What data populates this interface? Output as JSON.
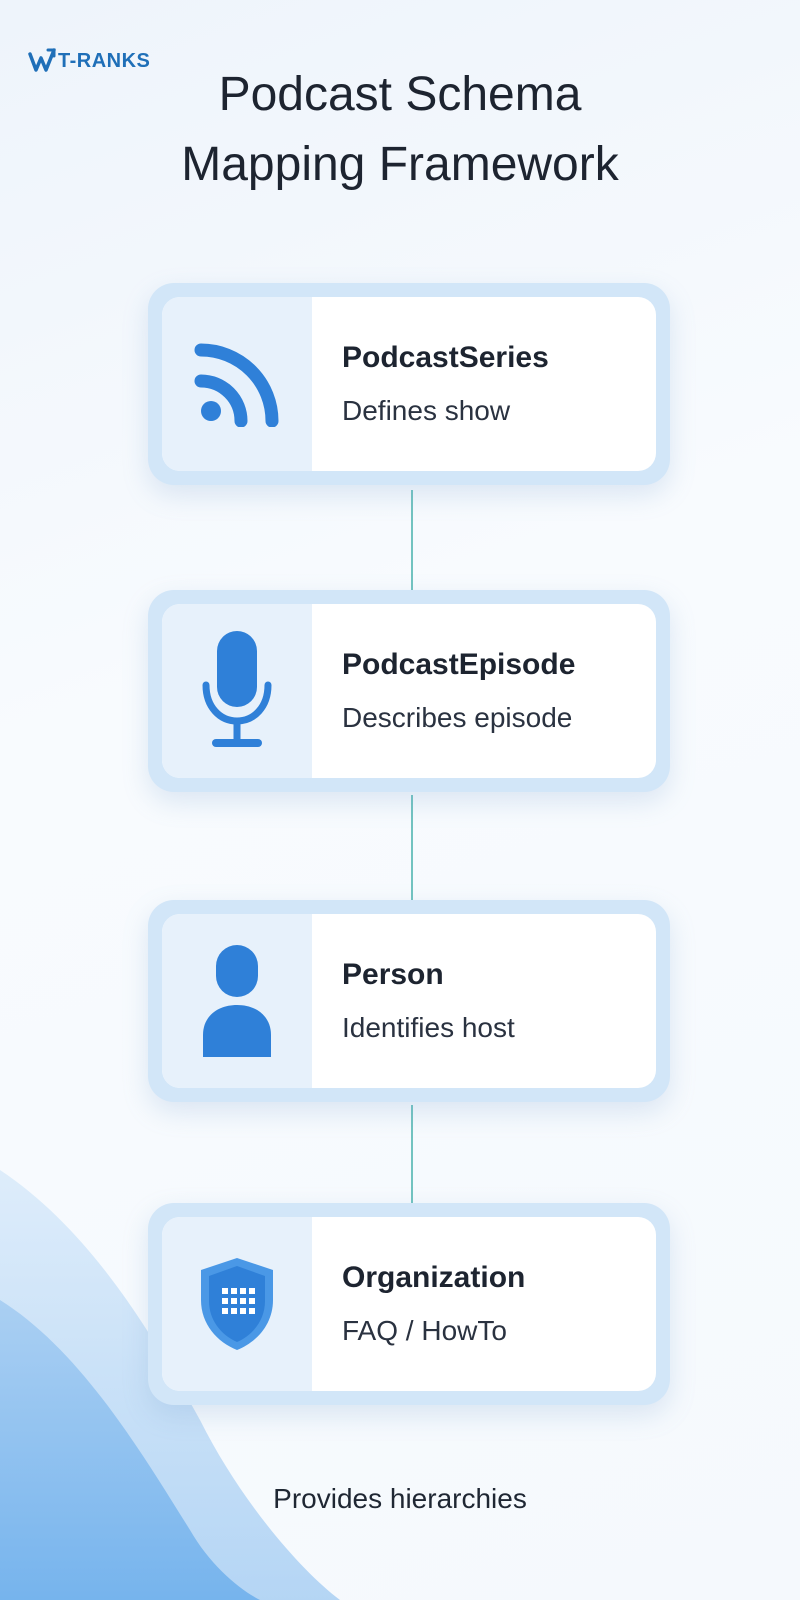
{
  "logo": {
    "text": "T-RANKS"
  },
  "title": {
    "line1": "Podcast Schema",
    "line2": "Mapping Framework"
  },
  "cards": [
    {
      "title": "PodcastSeries",
      "description": "Defines show",
      "icon": "rss-icon"
    },
    {
      "title": "PodcastEpisode",
      "description": "Describes episode",
      "icon": "microphone-icon"
    },
    {
      "title": "Person",
      "description": "Identifies host",
      "icon": "person-icon"
    },
    {
      "title": "Organization",
      "description": "FAQ / HowTo",
      "icon": "shield-icon"
    }
  ],
  "footer": "Provides hierarchies",
  "colors": {
    "accent": "#2f80d8",
    "connector": "#72c3c0",
    "card_border": "#d2e6f8",
    "icon_panel": "#e7f1fb"
  }
}
